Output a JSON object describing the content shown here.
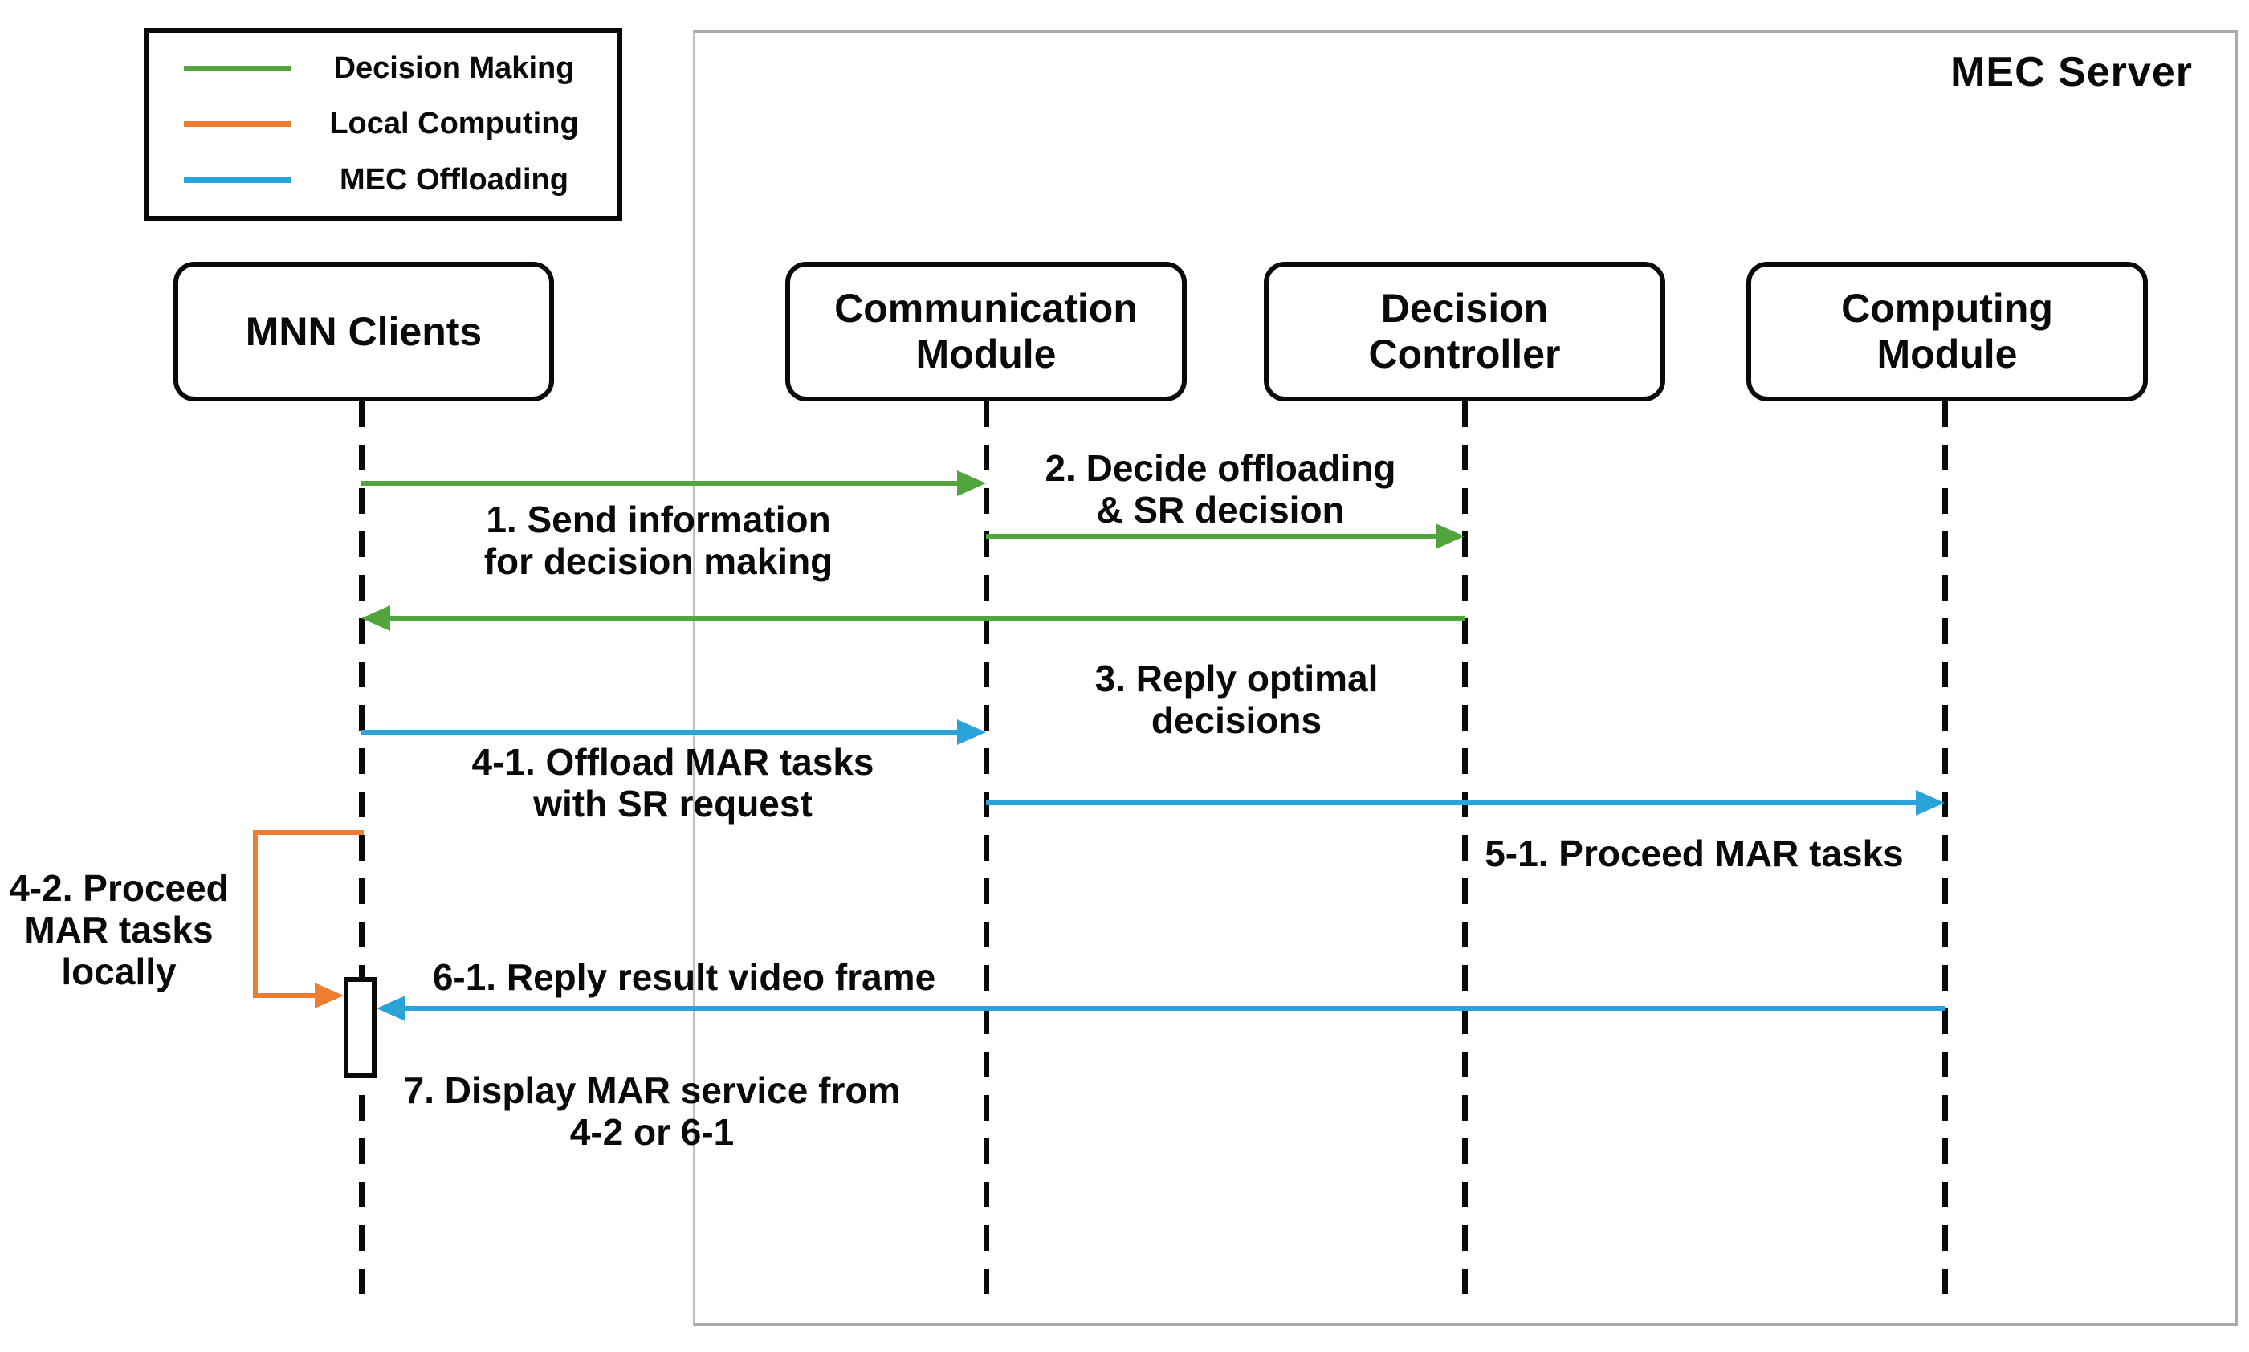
{
  "server": {
    "title": "MEC Server"
  },
  "colors": {
    "decision_making": "#52a43c",
    "local_computing": "#ed7d31",
    "mec_offloading": "#2aa2da",
    "container_border": "#a9a9a9",
    "line_black": "#0a0a0a"
  },
  "legend": {
    "items": [
      {
        "id": "decision-making",
        "label": "Decision Making",
        "color": "#52a43c"
      },
      {
        "id": "local-computing",
        "label": "Local Computing",
        "color": "#ed7d31"
      },
      {
        "id": "mec-offloading",
        "label": "MEC Offloading",
        "color": "#2aa2da"
      }
    ]
  },
  "actors": {
    "mnn": {
      "label": "MNN Clients"
    },
    "comm": {
      "label": "Communication\nModule"
    },
    "decision": {
      "label": "Decision\nController"
    },
    "computing": {
      "label": "Computing\nModule"
    }
  },
  "messages": {
    "m1": {
      "label": "1. Send information\nfor decision making",
      "category": "Decision Making",
      "from": "MNN Clients",
      "to": "Communication Module",
      "direction": "right"
    },
    "m2": {
      "label": "2. Decide offloading\n& SR decision",
      "category": "Decision Making",
      "from": "Communication Module",
      "to": "Decision Controller",
      "direction": "right"
    },
    "m3": {
      "label": "3. Reply optimal\ndecisions",
      "category": "Decision Making",
      "from": "Decision Controller",
      "to": "MNN Clients",
      "direction": "left"
    },
    "m41": {
      "label": "4-1. Offload MAR tasks\nwith SR request",
      "category": "MEC Offloading",
      "from": "MNN Clients",
      "to": "Communication Module",
      "direction": "right"
    },
    "m42": {
      "label": "4-2. Proceed\nMAR tasks\nlocally",
      "category": "Local Computing",
      "from": "MNN Clients",
      "to": "MNN Clients",
      "direction": "self"
    },
    "m51": {
      "label": "5-1. Proceed MAR tasks",
      "category": "MEC Offloading",
      "from": "Communication Module",
      "to": "Computing Module",
      "direction": "right"
    },
    "m61": {
      "label": "6-1. Reply result video frame",
      "category": "MEC Offloading",
      "from": "Computing Module",
      "to": "MNN Clients",
      "direction": "left"
    },
    "m7": {
      "label": "7. Display MAR service from\n4-2 or 6-1",
      "category": "note",
      "from": "MNN Clients",
      "to": "MNN Clients",
      "direction": "none"
    }
  }
}
